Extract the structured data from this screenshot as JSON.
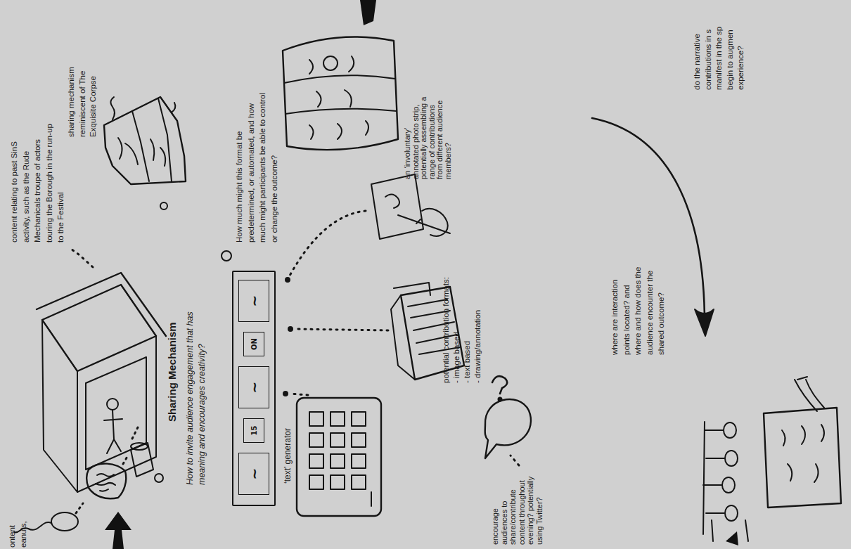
{
  "diagram": {
    "title": "Sharing Mechanism",
    "nodes": [
      {
        "text": [
          "‘text’ generator"
        ]
      },
      {
        "text": [
          "~"
        ],
        "in": 0
      },
      {
        "text": [
          "15"
        ],
        "in": 0
      },
      {
        "text": [
          "~"
        ],
        "in": 0
      },
      {
        "text": [
          "ON"
        ],
        "in": 0
      },
      {
        "text": [
          "~"
        ],
        "in": 0
      }
    ],
    "labels": [
      "content relating to past SinS activity, such as the Rude Mechanicals troupe of actors touring the Borough in the run-up to the Festival",
      "sharing mechanism reminiscent of The Exquisite Corpse",
      "How to invite audience engagement that has meaning and encourages creativity?",
      "How much might this format be predetermined, or automated, and how much might participants be able to control or change the outcome?",
      "potential contribution formats:",
      "- image based",
      "- text based",
      "- drawing/annotation",
      "an ‘involuntary’ annotated photo strip, potentially assembling a range of contributions from different audience members?",
      "encourage audiences to share/contribute content throughout evening? potentially using Twitter?",
      "where are interaction points located? and where and how does the audience encounter the shared outcome?",
      "do the narrative contributions in s manifest in the sp begin to augmen experience?",
      "ontent eanuts,"
    ]
  }
}
